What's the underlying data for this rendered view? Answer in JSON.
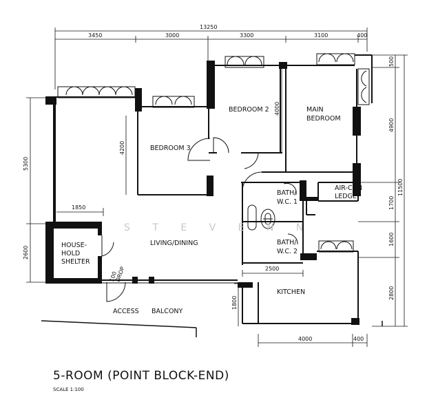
{
  "title": "5-ROOM (POINT BLOCK-END)",
  "scale": "SCALE   1:100",
  "watermark": "S T E V E N   N",
  "rooms": {
    "bedroom2": "BEDROOM 2",
    "main_bedroom_line1": "MAIN",
    "main_bedroom_line2": "BEDROOM",
    "bedroom3": "BEDROOM 3",
    "living_dining": "LIVING/DINING",
    "bath1_line1": "BATH/",
    "bath1_line2": "W.C. 1",
    "bath2_line1": "BATH/",
    "bath2_line2": "W.C. 2",
    "aircon_line1": "AIR-CON",
    "aircon_line2": "LEDGE",
    "shelter_line1": "HOUSE-",
    "shelter_line2": "HOLD",
    "shelter_line3": "SHELTER",
    "kitchen": "KITCHEN",
    "access": "ACCESS",
    "balcony": "BALCONY",
    "drop_line1": "100",
    "drop_line2": "DROP"
  },
  "dimensions": {
    "overall_width": "13250",
    "top_segments": [
      "3450",
      "3000",
      "3300",
      "3100",
      "400"
    ],
    "right_overall": "11500",
    "right_segments": [
      "500",
      "4900",
      "1700",
      "1600",
      "2800"
    ],
    "left_upper": "5300",
    "left_lower": "2600",
    "inner_4200": "4200",
    "inner_4000": "4000",
    "inner_1850": "1850",
    "inner_2500": "2500",
    "inner_1800": "1800",
    "bottom_4000": "4000",
    "bottom_400": "400"
  }
}
